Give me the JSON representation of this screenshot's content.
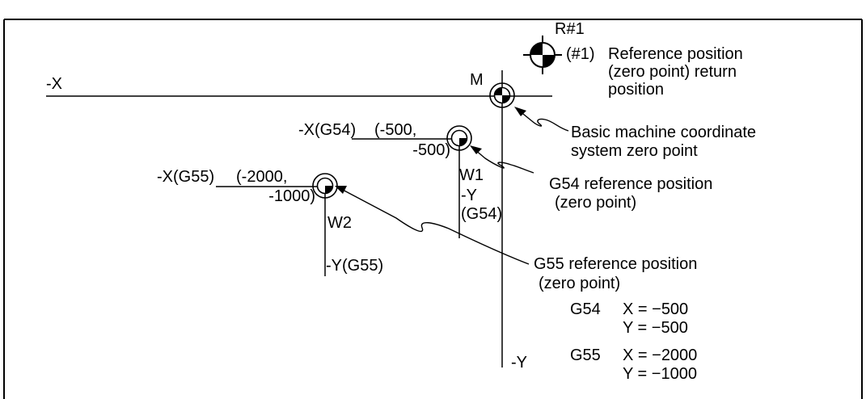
{
  "diagram": {
    "axes": {
      "machine_x": "-X",
      "machine_y": "-Y",
      "g54_x": "-X(G54)",
      "g54_y_line1": "-Y",
      "g54_y_line2": "(G54)",
      "g55_x": "-X(G55)",
      "g55_y": "-Y(G55)"
    },
    "points": {
      "machine_zero": "M",
      "reference_return": "R#1",
      "reference_return_number": "(#1)",
      "g54_zero": "W1",
      "g55_zero": "W2",
      "g54_coords_line1": "(-500,",
      "g54_coords_line2": "-500)",
      "g55_coords_line1": "(-2000,",
      "g55_coords_line2": "-1000)"
    },
    "callouts": {
      "reference_line1": "Reference position",
      "reference_line2": "(zero point) return",
      "reference_line3": "position",
      "basic_line1": "Basic machine coordinate",
      "basic_line2": "system zero point",
      "g54_ref_line1": "G54 reference position",
      "g54_ref_line2": "(zero point)",
      "g55_ref_line1": "G55 reference position",
      "g55_ref_line2": "(zero point)"
    },
    "offset_table": {
      "g54_label": "G54",
      "g54_x": "X = −500",
      "g54_y": "Y = −500",
      "g55_label": "G55",
      "g55_x": "X = −2000",
      "g55_y": "Y = −1000"
    },
    "colors": {
      "ink": "#000000",
      "background": "#ffffff"
    }
  }
}
